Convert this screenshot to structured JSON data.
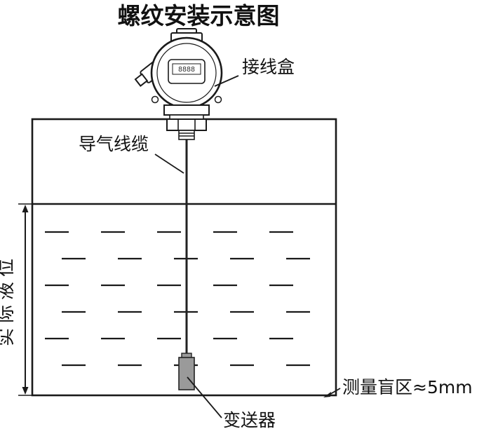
{
  "title": "螺纹安装示意图",
  "device": {
    "display_value": "8888"
  },
  "labels": {
    "junction_box": "接线盒",
    "air_cable": "导气线缆",
    "actual_level": "实际液位",
    "blind_zone": "测量盲区≈5mm",
    "transmitter_probe": "变送器"
  },
  "colors": {
    "line": "#1a1a1a",
    "probe_fill": "#9a9a9a",
    "display_fill": "#e6e6e6",
    "display_window_fill": "#cfcfcf",
    "background": "#ffffff"
  }
}
